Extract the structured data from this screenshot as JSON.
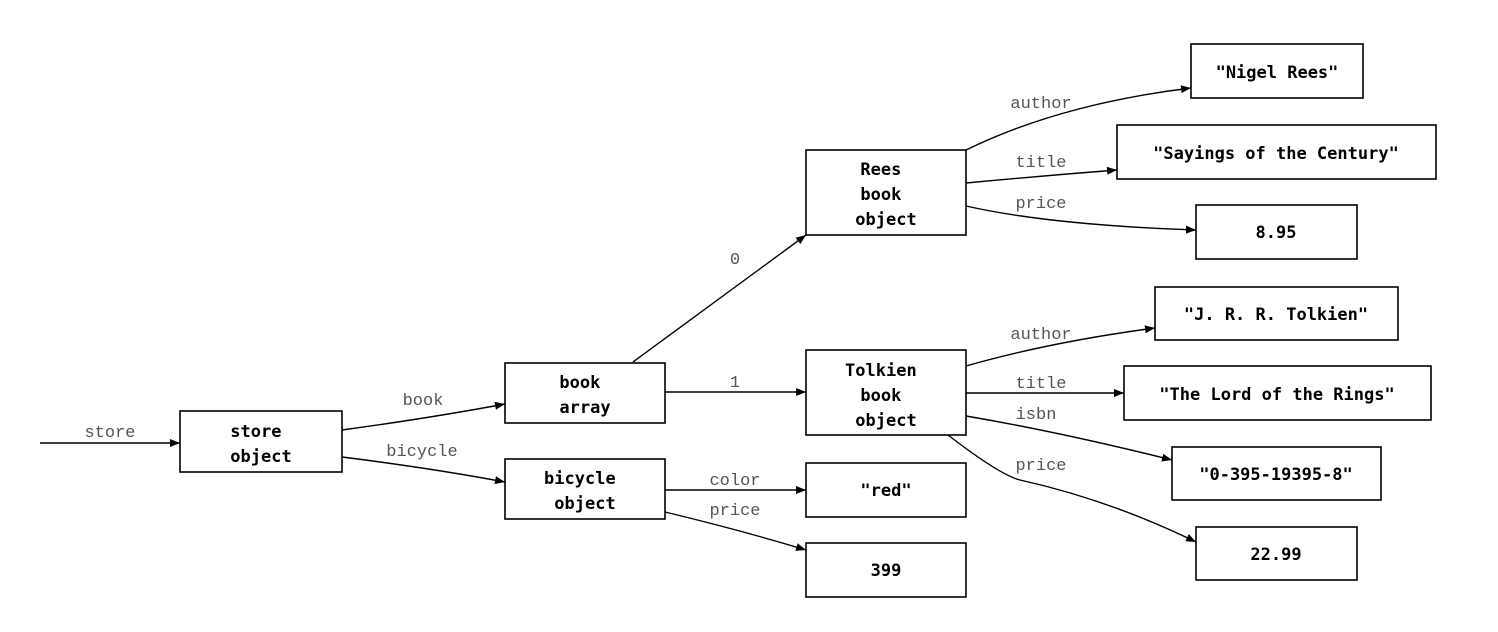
{
  "nodes": {
    "store": {
      "lines": [
        "store",
        "object"
      ]
    },
    "book_array": {
      "lines": [
        "book",
        "array"
      ]
    },
    "bicycle": {
      "lines": [
        "bicycle",
        "object"
      ]
    },
    "rees": {
      "lines": [
        "Rees",
        "book",
        "object"
      ]
    },
    "tolkien": {
      "lines": [
        "Tolkien",
        "book",
        "object"
      ]
    },
    "rees_author": {
      "lines": [
        "\"Nigel Rees\""
      ]
    },
    "rees_title": {
      "lines": [
        "\"Sayings of the Century\""
      ]
    },
    "rees_price": {
      "lines": [
        "8.95"
      ]
    },
    "tolkien_author": {
      "lines": [
        "\"J. R. R. Tolkien\""
      ]
    },
    "tolkien_title": {
      "lines": [
        "\"The Lord of the Rings\""
      ]
    },
    "tolkien_isbn": {
      "lines": [
        "\"0-395-19395-8\""
      ]
    },
    "tolkien_price": {
      "lines": [
        "22.99"
      ]
    },
    "bicycle_color": {
      "lines": [
        "\"red\""
      ]
    },
    "bicycle_price": {
      "lines": [
        "399"
      ]
    }
  },
  "edges": {
    "root_store": "store",
    "store_book": "book",
    "store_bicycle": "bicycle",
    "book_0": "0",
    "book_1": "1",
    "rees_author": "author",
    "rees_title": "title",
    "rees_price": "price",
    "tolkien_author": "author",
    "tolkien_title": "title",
    "tolkien_isbn": "isbn",
    "tolkien_price": "price",
    "bicycle_color": "color",
    "bicycle_price": "price"
  }
}
